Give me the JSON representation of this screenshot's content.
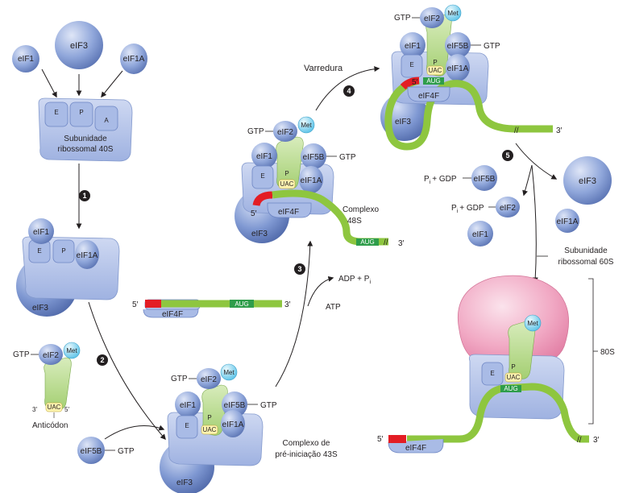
{
  "labels": {
    "eIF1": "eIF1",
    "eIF3": "eIF3",
    "eIF1A": "eIF1A",
    "eIF2": "eIF2",
    "eIF5B": "eIF5B",
    "eIF4F": "eIF4F",
    "GTP": "GTP",
    "Met": "Met",
    "UAC": "UAC",
    "AUG": "AUG",
    "E": "E",
    "P": "P",
    "A": "A",
    "five_prime": "5′",
    "three_prime": "3′",
    "subunit40_l1": "Subunidade",
    "subunit40_l2": "ribossomal 40S",
    "subunit60_l1": "Subunidade",
    "subunit60_l2": "ribossomal 60S",
    "anticodon": "Anticódon",
    "complex43_l1": "Complexo de",
    "complex43_l2": "pré-iniciação 43S",
    "complex48_l1": "Complexo",
    "complex48_l2": "48S",
    "scanning": "Varredura",
    "adp": "ADP + P",
    "adp_sub": "i",
    "atp": "ATP",
    "pi_gdp_a": "P",
    "pi_gdp_b": "+ GDP",
    "pi_sub": "i",
    "s80": "80S"
  },
  "steps": [
    "1",
    "2",
    "3",
    "4",
    "5"
  ],
  "colors": {
    "factor": "#8fa6da",
    "subunit": "#b8c6ea",
    "trna": "#b7d98e",
    "mrna": "#8ec63f",
    "cap": "#e31d24",
    "met": "#8fd6f0",
    "large": "#f4a7c1"
  }
}
